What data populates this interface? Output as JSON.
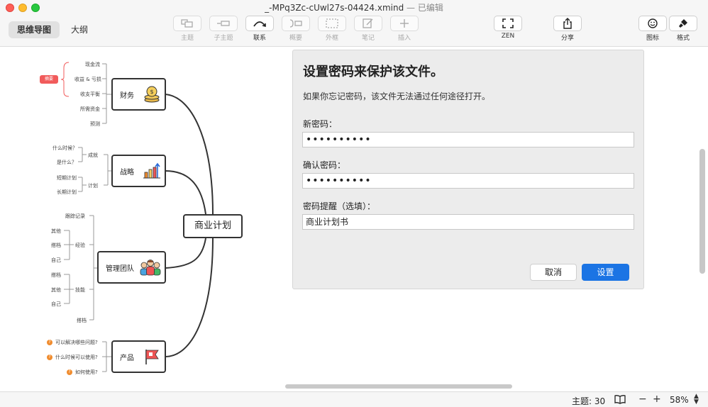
{
  "window": {
    "title": "_-MPq3Zc-cUwl27s-04424.xmind",
    "status": " — 已编辑"
  },
  "view_tabs": [
    "思维导图",
    "大纲"
  ],
  "toolbar": {
    "topic": "主题",
    "subtopic": "子主题",
    "relationship": "联系",
    "summary": "概要",
    "boundary": "外框",
    "note": "笔记",
    "insert": "插入",
    "zen": "ZEN",
    "share": "分享",
    "icon": "图标",
    "format": "格式"
  },
  "mindmap": {
    "central": "商业计划",
    "finance": {
      "label": "财务",
      "leaves": [
        "现金流",
        "收益 & 亏损",
        "收支平衡",
        "所需资金",
        "预测"
      ],
      "tag": "摘要"
    },
    "strategy": {
      "label": "战略",
      "group1": "成就",
      "group1_leaves": [
        "什么时候？",
        "是什么？"
      ],
      "group2": "计划",
      "group2_leaves": [
        "短期计划",
        "长期计划"
      ]
    },
    "team": {
      "label": "管理团队",
      "top_leaf": "跟踪记录",
      "group1": "经验",
      "group1_leaves": [
        "其他",
        "搭档",
        "自己"
      ],
      "group2": "技能",
      "group2_leaves": [
        "搭档",
        "其他",
        "自己"
      ],
      "bottom_leaf": "搭档"
    },
    "product": {
      "label": "产品",
      "leaves": [
        "可以解决哪些问题?",
        "什么时候可以使用?",
        "如何使用?"
      ]
    }
  },
  "dialog": {
    "title": "设置密码来保护该文件。",
    "description": "如果你忘记密码，该文件无法通过任何途径打开。",
    "new_password_label": "新密码：",
    "new_password_value": "••••••••••",
    "confirm_password_label": "确认密码：",
    "confirm_password_value": "••••••••••",
    "hint_label": "密码提醒（选填）：",
    "hint_value": "商业计划书",
    "cancel": "取消",
    "ok": "设置"
  },
  "statusbar": {
    "topics": "主题: 30",
    "zoom": "58%"
  },
  "colors": {
    "accent": "#1b74e4",
    "tag": "#f15b5b",
    "branch_line": "#333333"
  }
}
